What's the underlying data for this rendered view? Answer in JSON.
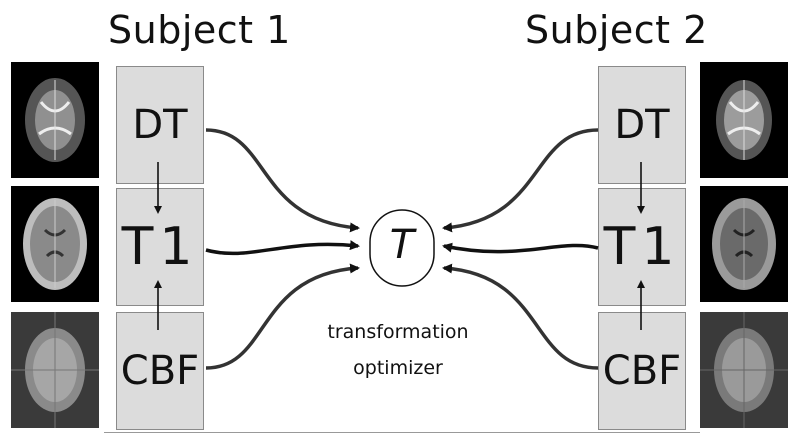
{
  "subject1": {
    "title": "Subject 1"
  },
  "subject2": {
    "title": "Subject 2"
  },
  "modalities": {
    "dt": "DT",
    "t1": "T1",
    "cbf": "CBF"
  },
  "center": {
    "symbol": "T",
    "caption_line1": "transformation",
    "caption_line2": "optimizer"
  },
  "thumbnails": [
    "brain-dt-icon",
    "brain-t1-icon",
    "brain-cbf-icon"
  ]
}
